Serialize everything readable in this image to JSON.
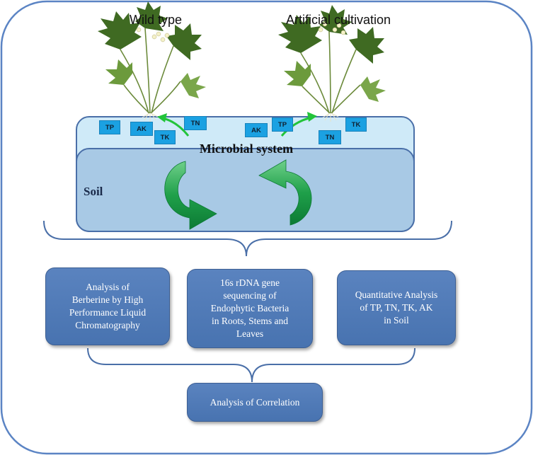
{
  "titles": {
    "wild": "Wild type",
    "artificial": "Artificial cultivation"
  },
  "soil_block": {
    "system_label": "Microbial system",
    "soil_label": "Soil"
  },
  "nutrients_left": [
    "TP",
    "AK",
    "TK",
    "TN"
  ],
  "nutrients_right": [
    "AK",
    "TP",
    "TN",
    "TK"
  ],
  "analyses": [
    "Analysis of\nBerberine by High\nPerformance Liquid\nChromatography",
    "16s rDNA gene\nsequencing of\nEndophytic Bacteria\nin Roots, Stems and\nLeaves",
    "Quantitative Analysis\nof TP, TN, TK, AK\nin Soil"
  ],
  "result": "Analysis of Correlation",
  "colors": {
    "frame": "#5b84c4",
    "box_fill": "#4f79b6",
    "soil_top": "#cde9f7",
    "soil_body": "#a9cbe6",
    "arrow_green": "#1fa04a",
    "nutrient_tag": "#1ba1e2",
    "bracket": "#4a6fa8"
  },
  "icons": [
    "plant-wild-icon",
    "plant-cultivated-icon",
    "cycle-arrow-icon",
    "uptake-arrow-icon"
  ]
}
